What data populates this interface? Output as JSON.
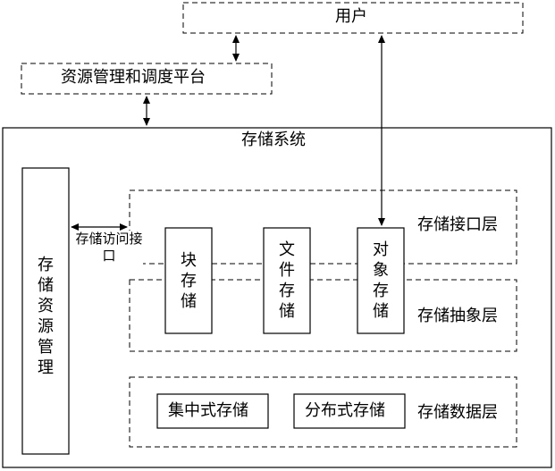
{
  "nodes": {
    "user": "用户",
    "platform": "资源管理和调度平台",
    "storage_system": "存储系统",
    "resource_mgmt": "存储资源管理",
    "interface_layer": "存储接口层",
    "abstract_layer": "存储抽象层",
    "data_layer": "存储数据层",
    "block_storage": "块存储",
    "file_storage": "文件存储",
    "object_storage": "对象存储",
    "centralized_storage": "集中式存储",
    "distributed_storage": "分布式存储"
  },
  "edges": {
    "access_interface": "存储访问接口"
  }
}
